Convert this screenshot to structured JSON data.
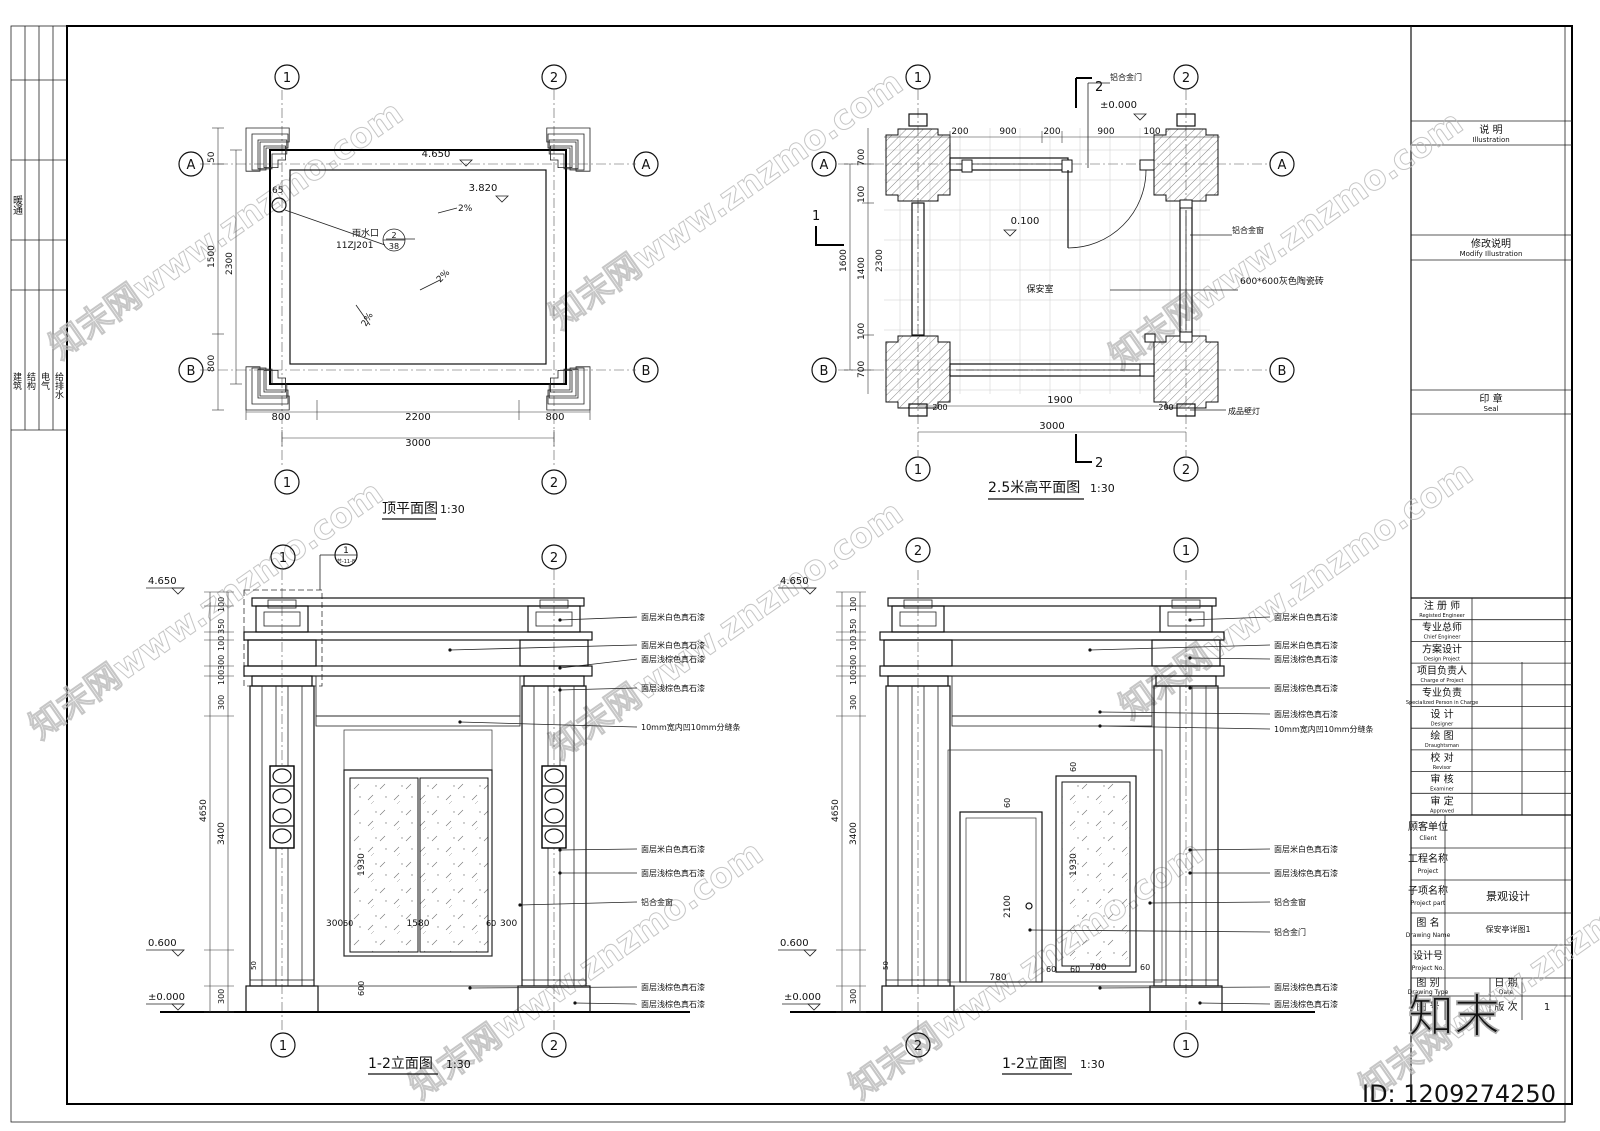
{
  "left_strip": {
    "top_label": "暖通",
    "items": [
      "建筑",
      "结构",
      "电气",
      "给排水"
    ]
  },
  "title_block": {
    "illustration_cn": "说 明",
    "illustration_en": "Illustration",
    "modify_cn": "修改说明",
    "modify_en": "Modify Illustration",
    "seal_cn": "印 章",
    "seal_en": "Seal",
    "roles": [
      {
        "cn": "注 册 师",
        "en": "Registed Engineer"
      },
      {
        "cn": "专业总师",
        "en": "Chief Engineer"
      },
      {
        "cn": "方案设计",
        "en": "Design Project"
      },
      {
        "cn": "项目负责人",
        "en": "Charge of Project"
      },
      {
        "cn": "专业负责",
        "en": "Specialized Person in Charge"
      },
      {
        "cn": "设 计",
        "en": "Designer"
      },
      {
        "cn": "绘 图",
        "en": "Draughtsman"
      },
      {
        "cn": "校 对",
        "en": "Revisor"
      },
      {
        "cn": "审 核",
        "en": "Examiner"
      },
      {
        "cn": "审 定",
        "en": "Approved"
      }
    ],
    "client_cn": "顾客单位",
    "client_en": "Client",
    "project_cn": "工程名称",
    "project_en": "Project",
    "subproject_cn": "子项名称",
    "subproject_en": "Project part",
    "subproject_value": "景观设计",
    "drawing_name_cn": "图 名",
    "drawing_name_en": "Drawing Name",
    "drawing_name_value": "保安亭详图1",
    "design_no_cn": "设计号",
    "design_no_en": "Project No.",
    "drawing_type_cn": "图 别",
    "drawing_type_en": "Drawing Type",
    "date_cn": "日 期",
    "date_en": "Date",
    "sheet_no_cn": "图 号",
    "version_cn": "版 次",
    "version_value": "1"
  },
  "watermark": {
    "brand": "知末",
    "id": "ID: 1209274250",
    "text": "知末网www.znzmo.com"
  },
  "roof_plan": {
    "title": "顶平面图",
    "scale": "1:30",
    "axis_h": [
      "A",
      "B"
    ],
    "axis_v": [
      "1",
      "2"
    ],
    "elev_top": "4.650",
    "elev_inner": "3.820",
    "slope": "2%",
    "drain": "雨水口",
    "drain_ref": "11ZJ201",
    "detail_num": "2",
    "detail_sheet": "38",
    "small_dim": "65",
    "dims_bottom": [
      "800",
      "2200",
      "800"
    ],
    "dim_total": "3000",
    "dims_left": [
      "50",
      "1500",
      "800"
    ],
    "dim_left_total": "2300"
  },
  "floor_plan": {
    "title": "2.5米高平面图",
    "scale": "1:30",
    "section_mark": "2",
    "section_mark_left": "1",
    "door_label": "铝合金门",
    "window_label": "铝合金窗",
    "floor_tile": "600*600灰色陶瓷砖",
    "lamp_label": "成品壁灯",
    "room": "保安室",
    "elev_zero": "±0.000",
    "elev_floor": "0.100",
    "dims_top": [
      "200",
      "900",
      "200",
      "900",
      "100"
    ],
    "dims_left": [
      "700",
      "100",
      "1400",
      "100",
      "700"
    ],
    "dim_left_mid": "1600",
    "dim_left_total": "2300",
    "dim_bottom_inner": "1900",
    "dims_bottom_small": [
      "200",
      "200"
    ],
    "dim_total": "3000"
  },
  "elevation_left": {
    "title": "1-2立面图",
    "scale": "1:30",
    "axis": [
      "1",
      "2"
    ],
    "detail_circle": "1",
    "detail_sub": "节-11-8",
    "elev_top": "4.650",
    "elev_mid": "0.600",
    "elev_zero": "±0.000",
    "dims_left": [
      "100",
      "350",
      "100",
      "300",
      "100",
      "300",
      "3400",
      "300"
    ],
    "dim_total": "4650",
    "window_h": "1930",
    "dims_window_bottom": [
      "300",
      "60",
      "1580",
      "60",
      "300"
    ],
    "sill": "600",
    "base": "50",
    "callouts": [
      "面层米白色真石漆",
      "面层米白色真石漆",
      "面层浅棕色真石漆",
      "面层浅棕色真石漆",
      "10mm宽内凹10mm分缝条",
      "面层米白色真石漆",
      "面层浅棕色真石漆",
      "铝合金窗",
      "面层浅棕色真石漆",
      "面层浅棕色真石漆"
    ]
  },
  "elevation_right": {
    "title": "1-2立面图",
    "scale": "1:30",
    "axis": [
      "2",
      "1"
    ],
    "elev_top": "4.650",
    "elev_mid": "0.600",
    "elev_zero": "±0.000",
    "dims_left": [
      "100",
      "350",
      "100",
      "300",
      "100",
      "300",
      "3400",
      "300"
    ],
    "dim_total": "4650",
    "door_h": "2100",
    "window_h": "1930",
    "dims_bottom": [
      "780",
      "60",
      "60",
      "780",
      "60"
    ],
    "top_small": "60",
    "base": "50",
    "callouts": [
      "面层米白色真石漆",
      "面层米白色真石漆",
      "面层浅棕色真石漆",
      "面层浅棕色真石漆",
      "面层浅棕色真石漆",
      "10mm宽内凹10mm分缝条",
      "面层米白色真石漆",
      "面层浅棕色真石漆",
      "铝合金窗",
      "铝合金门",
      "面层浅棕色真石漆",
      "面层浅棕色真石漆"
    ]
  }
}
